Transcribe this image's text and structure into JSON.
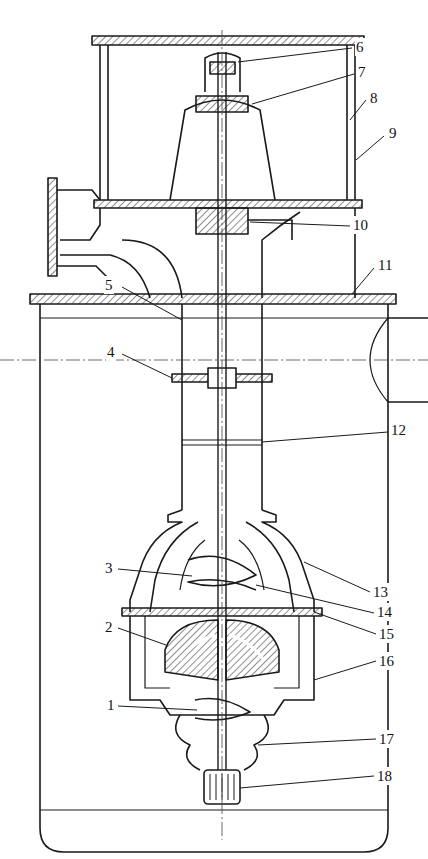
{
  "diagram": {
    "labels": [
      "6",
      "7",
      "8",
      "9",
      "10",
      "11",
      "5",
      "4",
      "12",
      "13",
      "3",
      "14",
      "2",
      "15",
      "16",
      "1",
      "17",
      "18"
    ]
  }
}
